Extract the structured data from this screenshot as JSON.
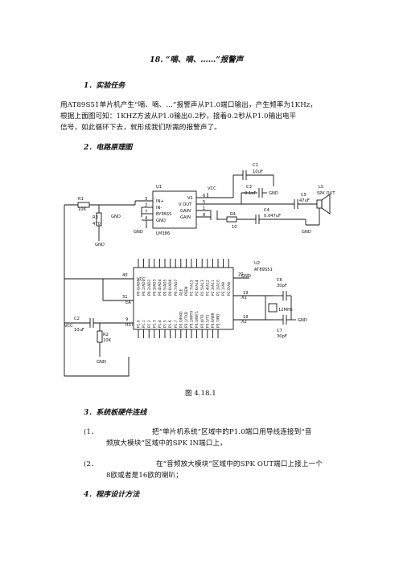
{
  "title": "18.          “嘀、嘀、……”报警声",
  "sections": [
    {
      "heading": "1．实验任务"
    },
    {
      "heading": "2．电路原理图"
    },
    {
      "heading": "3．系统板硬件连线"
    },
    {
      "heading": "4．程序设计方法"
    }
  ],
  "task_lines": [
    "用AT89S51单片机产生“嘀、嘀、…”报警声从P1.0端口输出，产生频率为1KHz，",
    "根据上面图可知：1KHZ方波从P1.0输出0.2秒，接着0.2秒从P1.0输出电平",
    "信号，如此循环下去，就形成我们所需的报警声了。"
  ],
  "figure_caption": "图 4.18.1",
  "wiring": [
    {
      "num": "(1．",
      "line1": "把“单片机系统”区域中的P1.0端口用导线连接到“音",
      "line2": "频放大模块”区域中的SPK IN端口上，"
    },
    {
      "num": "(2．",
      "line1": "在“音频放大模块”区域中的SPK OUT端口上接上一个",
      "line2": "8欧或者是16欧的喇叭；"
    }
  ],
  "circuit": {
    "labels": {
      "r1": "R1",
      "r1v": "10K",
      "r3": "R3",
      "r3v": "470",
      "u1": "U1",
      "u1part": "LM386",
      "vcc": "VCC",
      "u1pins": [
        "IN+",
        "IN-",
        "BYPASS",
        "GND"
      ],
      "u1rpins": [
        "V1",
        "V OUT",
        "GAIN",
        "GAIN"
      ],
      "c1": "C1",
      "c1v": "10uF",
      "c3": "C3",
      "c3v": "0.1uF",
      "c4": "C4",
      "c4v": "0.047uF",
      "c5": "C5",
      "c5v": "47uF",
      "r4": "R4",
      "r4v": "10",
      "ls": "LS",
      "lsv": "SPK OUT",
      "gnd": "GND",
      "u2": "U2",
      "u2part": "AT89S51",
      "c6": "C6",
      "c6v": "30pF",
      "c7": "C7",
      "c7v": "30pF",
      "y1": "12MHz",
      "c2": "C2",
      "c2v": "10uF",
      "r2": "R2",
      "r2v": "10K",
      "vcc_pin": "VCC",
      "ea": "EA",
      "rst": "RST",
      "x1": "X1",
      "x2": "X2",
      "pin40": "40",
      "pin31": "31",
      "pin9": "9",
      "pin19": "19",
      "pin18": "18",
      "pin20": "20"
    },
    "u1_pin_numbers": [
      "3",
      "2",
      "7",
      "4"
    ],
    "u1_right_pin_numbers": [
      "6",
      "5",
      "1",
      "8"
    ],
    "top_pins": [
      "P0.0/AD0",
      "P0.1/AD1",
      "P0.2/AD2",
      "P0.3/AD3",
      "P0.4/AD4",
      "P0.5/AD5",
      "P0.6/AD6",
      "P0.7/AD7",
      "ALE",
      "PSEN",
      "P2.7/A15",
      "P2.6/A14",
      "P2.5/A13",
      "P2.4/A12",
      "P2.3/A11",
      "P2.2/A10",
      "P2.1/A9",
      "P2.0/A8"
    ],
    "bottom_pins": [
      "P1.0",
      "P1.1",
      "P1.2",
      "P1.3",
      "P1.4",
      "P1.5",
      "P1.6",
      "P1.7",
      "P3.0/RXD",
      "P3.1/TXD",
      "P3.2/INT0",
      "P3.3/INT1",
      "P3.4/T0",
      "P3.5/T1",
      "P3.6/WR",
      "P3.7/RD"
    ]
  }
}
